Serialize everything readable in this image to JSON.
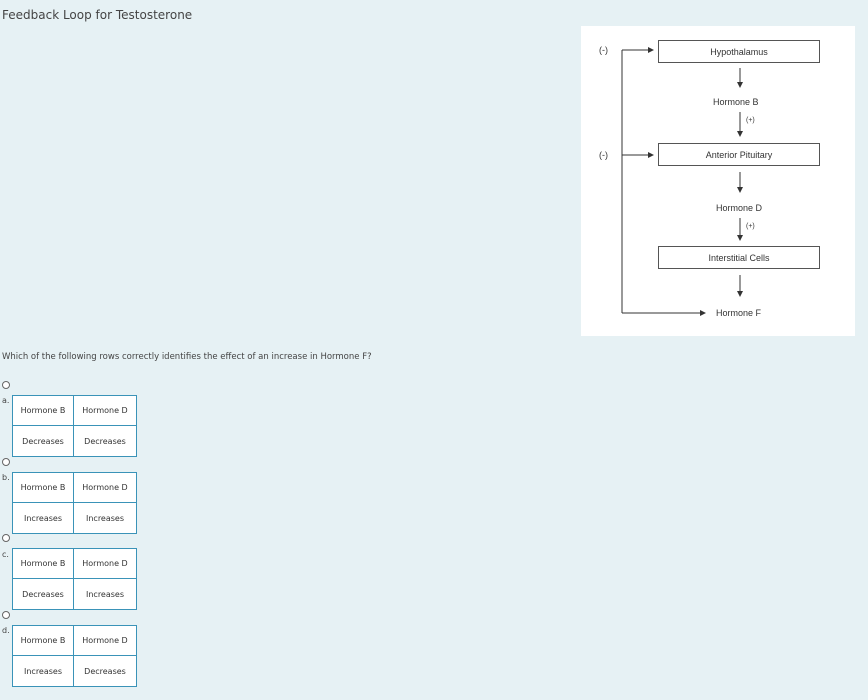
{
  "title": "Feedback Loop for Testosterone",
  "diagram": {
    "boxes": [
      "Hypothalamus",
      "Anterior Pituitary",
      "Interstitial Cells"
    ],
    "hormones": [
      "Hormone B",
      "Hormone D",
      "Hormone F"
    ],
    "plus": [
      "(+)",
      "(+)"
    ],
    "minus": [
      "(-)",
      "(-)"
    ]
  },
  "question": "Which of the following rows correctly identifies the effect of an increase in Hormone F?",
  "options": [
    {
      "letter": "a.",
      "col1": "Hormone B",
      "col2": "Hormone D",
      "val1": "Decreases",
      "val2": "Decreases"
    },
    {
      "letter": "b.",
      "col1": "Hormone B",
      "col2": "Hormone D",
      "val1": "Increases",
      "val2": "Increases"
    },
    {
      "letter": "c.",
      "col1": "Hormone B",
      "col2": "Hormone D",
      "val1": "Decreases",
      "val2": "Increases"
    },
    {
      "letter": "d.",
      "col1": "Hormone B",
      "col2": "Hormone D",
      "val1": "Increases",
      "val2": "Decreases"
    }
  ]
}
